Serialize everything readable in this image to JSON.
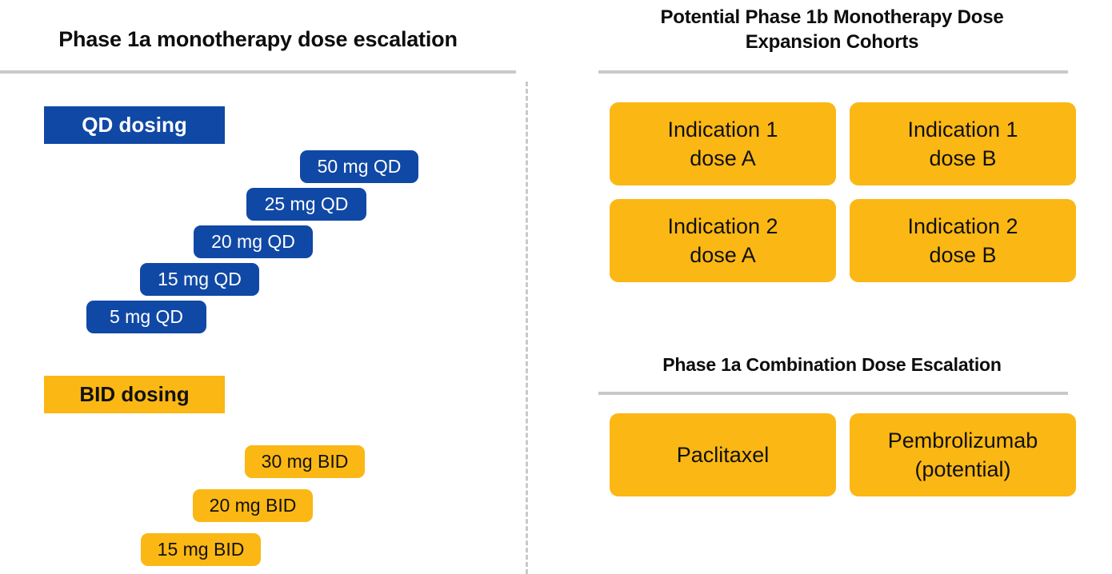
{
  "colors": {
    "blue": "#1048a5",
    "orange": "#fbb713",
    "rule_gray": "#c9c9c9",
    "text_dark": "#111111",
    "text_light": "#ffffff",
    "background": "#ffffff"
  },
  "left_panel": {
    "title": "Phase 1a monotherapy dose escalation",
    "groups": [
      {
        "label": "QD dosing",
        "style": "blue",
        "doses": [
          {
            "label": "50 mg QD",
            "amount": 50,
            "unit": "mg",
            "schedule": "QD",
            "step": 5
          },
          {
            "label": "25 mg QD",
            "amount": 25,
            "unit": "mg",
            "schedule": "QD",
            "step": 4
          },
          {
            "label": "20 mg QD",
            "amount": 20,
            "unit": "mg",
            "schedule": "QD",
            "step": 3
          },
          {
            "label": "15 mg QD",
            "amount": 15,
            "unit": "mg",
            "schedule": "QD",
            "step": 2
          },
          {
            "label": "5 mg QD",
            "amount": 5,
            "unit": "mg",
            "schedule": "QD",
            "step": 1
          }
        ]
      },
      {
        "label": "BID dosing",
        "style": "orange",
        "doses": [
          {
            "label": "30 mg BID",
            "amount": 30,
            "unit": "mg",
            "schedule": "BID",
            "step": 3
          },
          {
            "label": "20 mg BID",
            "amount": 20,
            "unit": "mg",
            "schedule": "BID",
            "step": 2
          },
          {
            "label": "15 mg BID",
            "amount": 15,
            "unit": "mg",
            "schedule": "BID",
            "step": 1
          }
        ]
      }
    ]
  },
  "right_panel": {
    "expansion": {
      "title": "Potential Phase 1b Monotherapy Dose Expansion Cohorts",
      "title_line_1": "Potential Phase 1b Monotherapy Dose",
      "title_line_2": "Expansion Cohorts",
      "cards": [
        {
          "line_1": "Indication  1",
          "line_2": "dose A",
          "text": "Indication  1\ndose A"
        },
        {
          "line_1": "Indication  1",
          "line_2": "dose B",
          "text": "Indication  1\ndose B"
        },
        {
          "line_1": "Indication  2",
          "line_2": "dose A",
          "text": "Indication  2\ndose A"
        },
        {
          "line_1": "Indication  2",
          "line_2": "dose B",
          "text": "Indication  2\ndose B"
        }
      ]
    },
    "combination": {
      "title": "Phase 1a Combination Dose Escalation",
      "cards": [
        {
          "line_1": "Paclitaxel",
          "line_2": "",
          "text": "Paclitaxel"
        },
        {
          "line_1": "Pembrolizumab",
          "line_2": "(potential)",
          "text": "Pembrolizumab\n(potential)"
        }
      ]
    }
  }
}
